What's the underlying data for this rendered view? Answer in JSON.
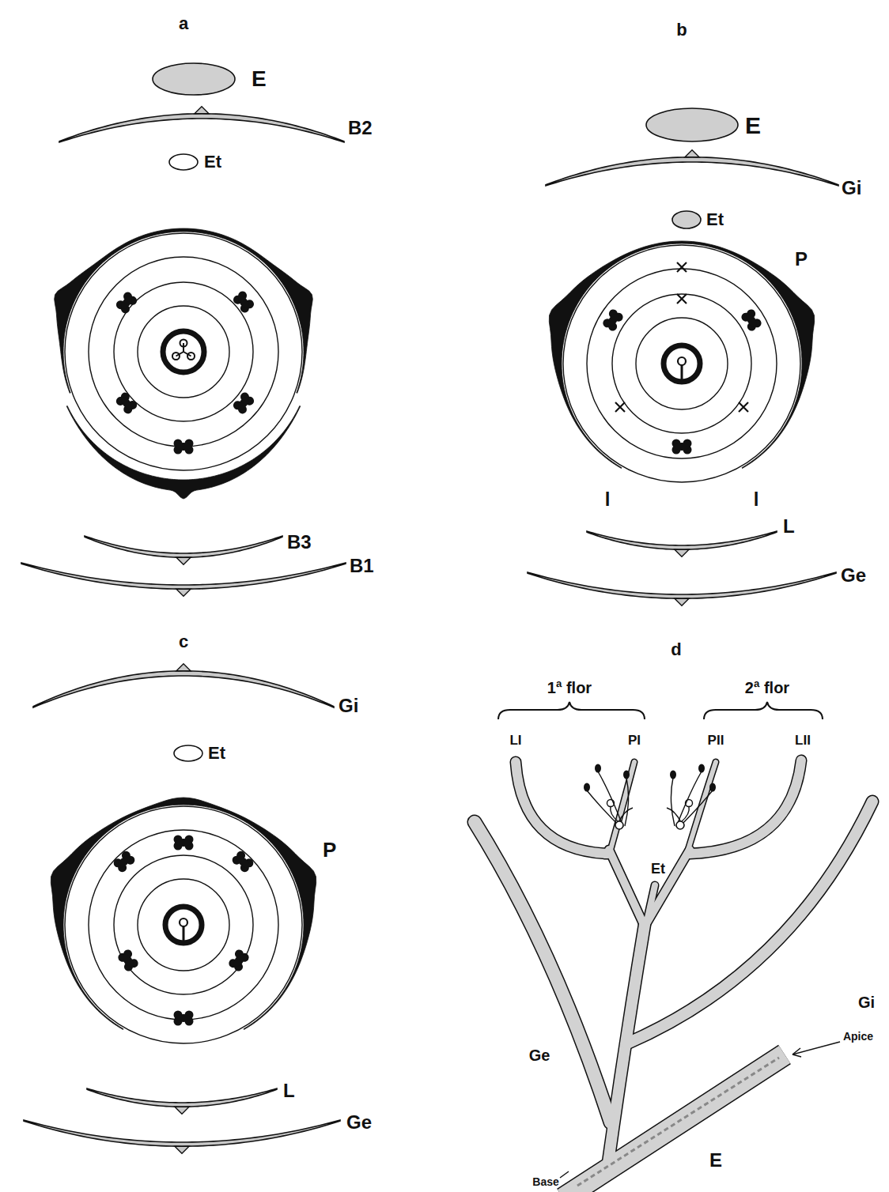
{
  "diagram": {
    "labels": [
      "a",
      "E",
      "B2",
      "Et",
      "B3",
      "B1",
      "b",
      "E",
      "Gi",
      "Et",
      "P",
      "l",
      "l",
      "L",
      "Ge",
      "c",
      "Gi",
      "Et",
      "P",
      "L",
      "Ge",
      "d",
      "1ª flor",
      "2ª flor",
      "LI",
      "PI",
      "PII",
      "LII",
      "Et",
      "Gi",
      "Ge",
      "Apice",
      "Base",
      "E"
    ]
  }
}
